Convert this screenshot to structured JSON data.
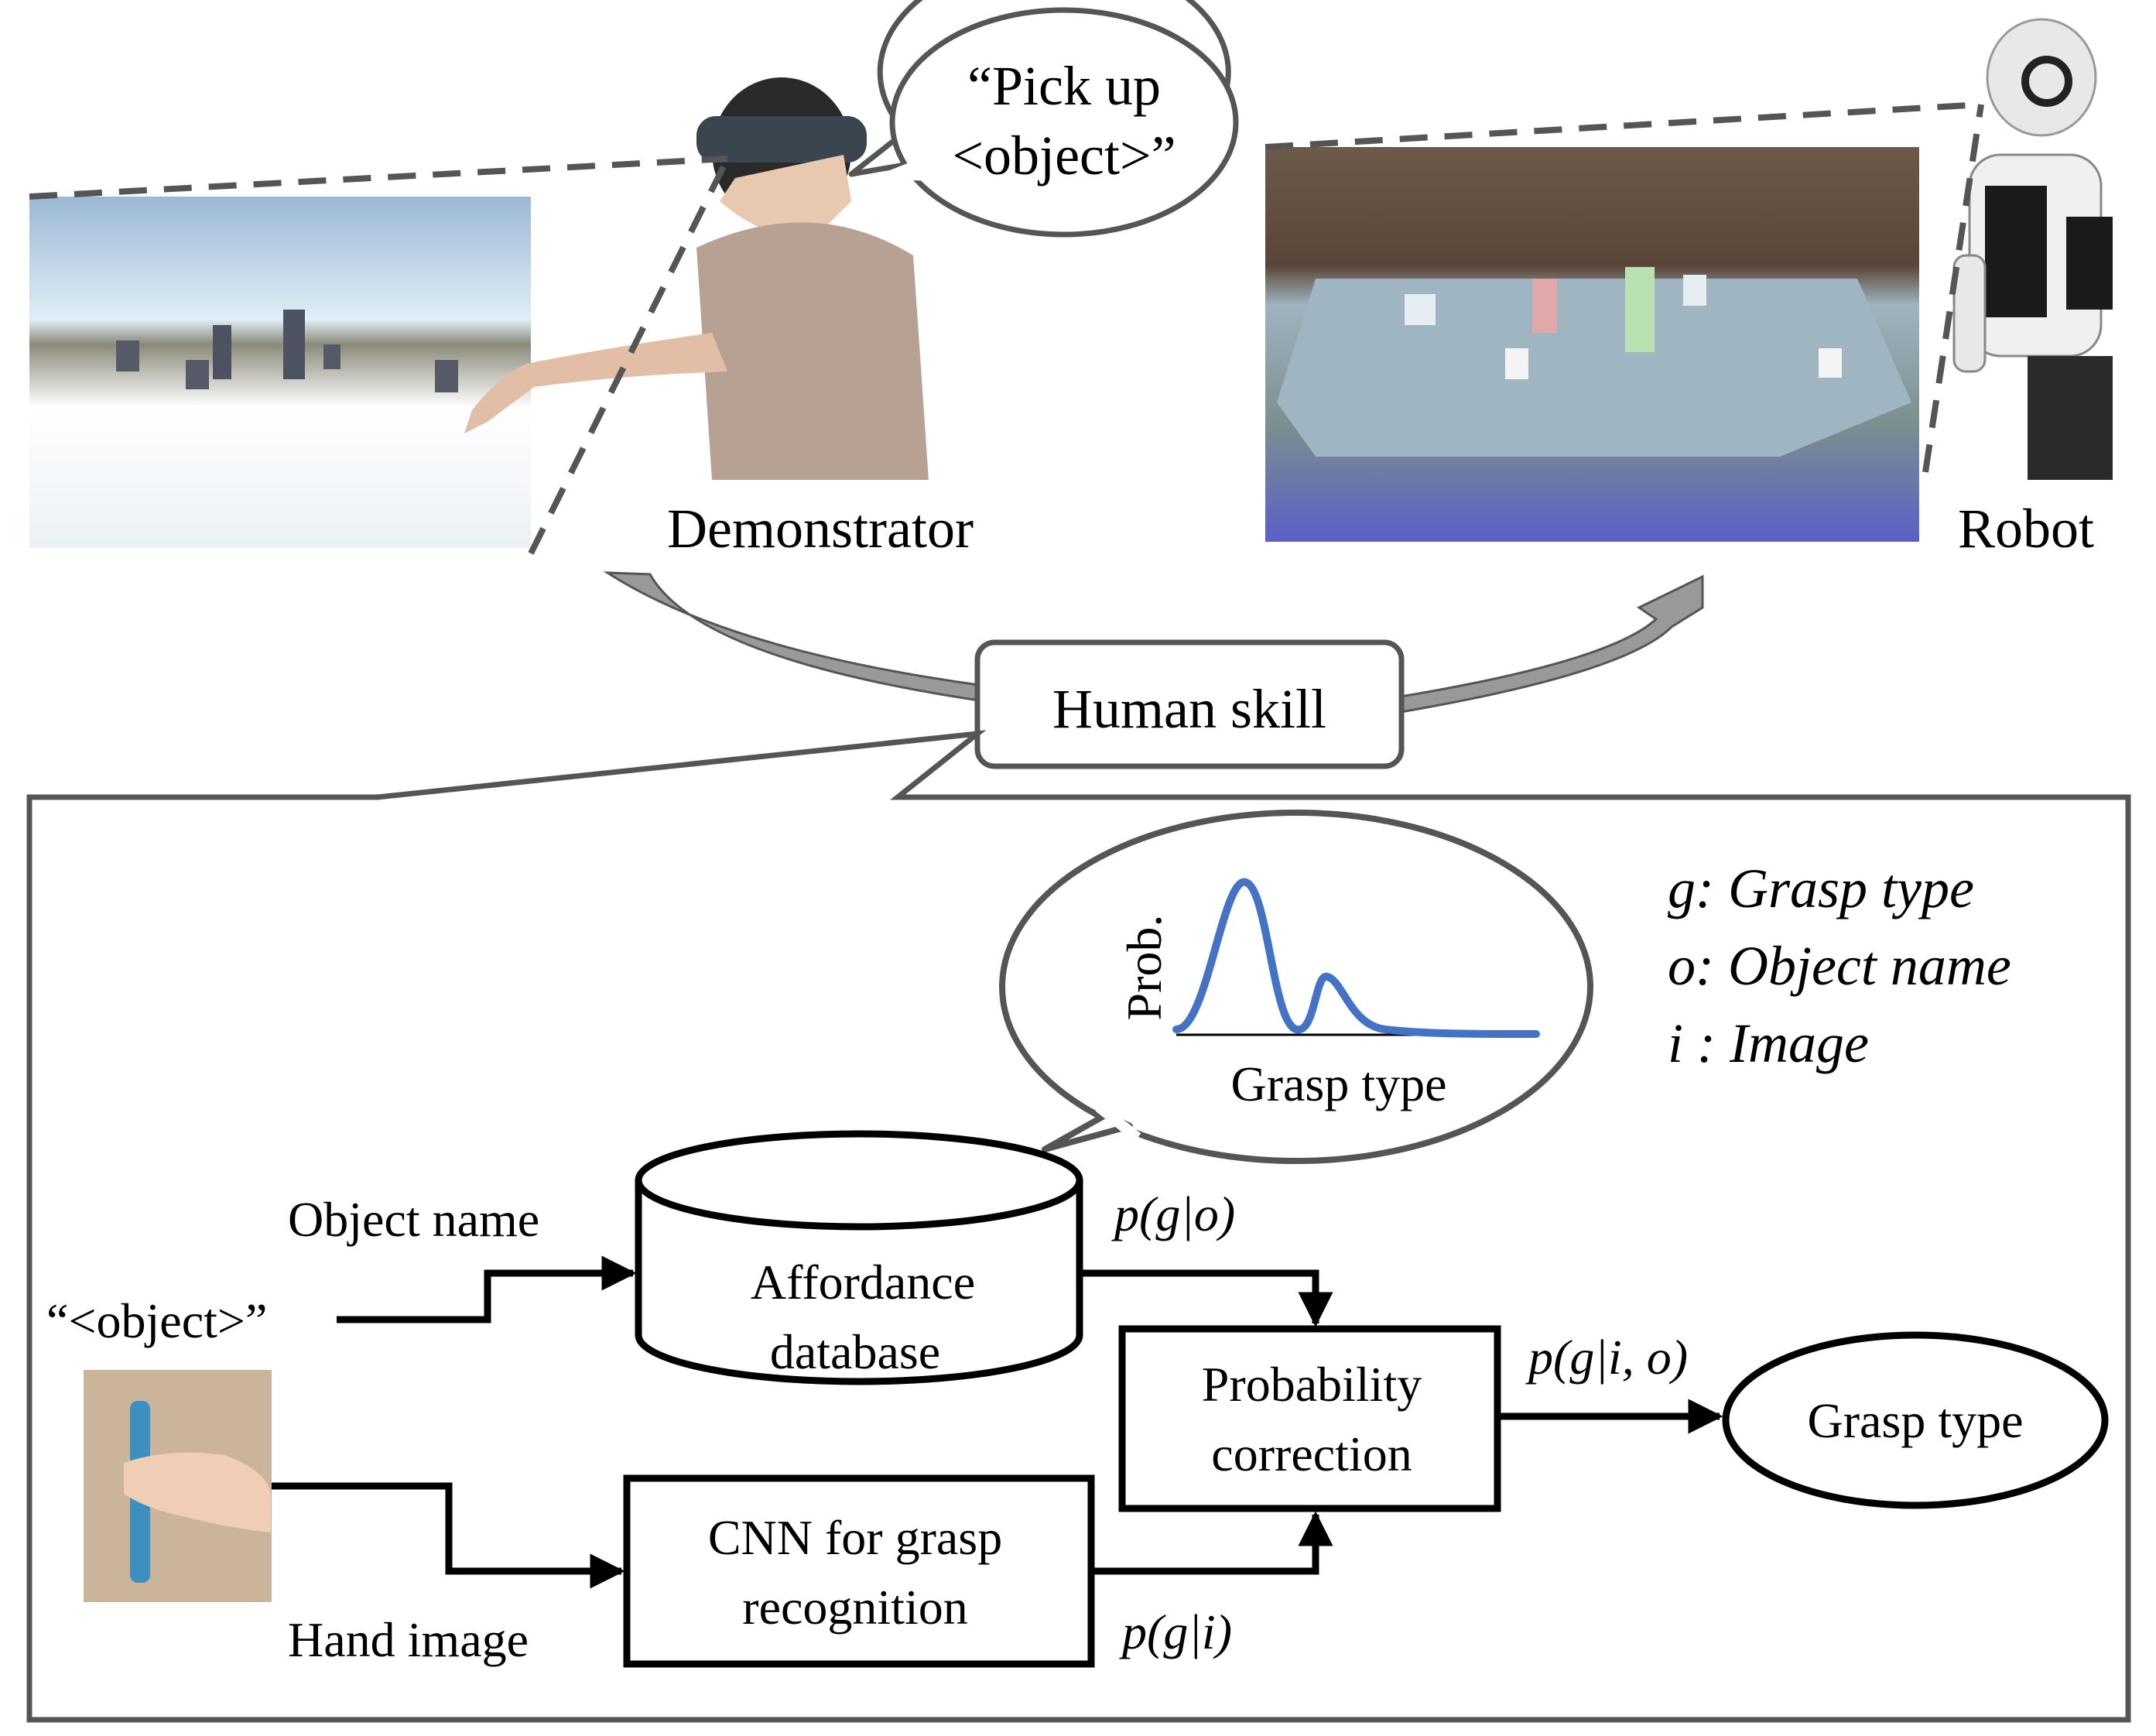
{
  "top": {
    "speech_line1": "“Pick up",
    "speech_line2": "<object>”",
    "demonstrator_label": "Demonstrator",
    "robot_label": "Robot",
    "skill_label": "Human skill"
  },
  "legend": [
    {
      "symbol": "g",
      "text": ": Grasp type"
    },
    {
      "symbol": "o",
      "text": ": Object name"
    },
    {
      "symbol": "i",
      "text": " : Image"
    }
  ],
  "plot_bubble": {
    "ylabel": "Prob.",
    "xlabel": "Grasp type",
    "curve_color": "#4472c4"
  },
  "flow": {
    "object_name_label": "Object name",
    "object_input": "“<object>”",
    "hand_image_label": "Hand image",
    "database_line1": "Affordance",
    "database_line2": "database",
    "cnn_line1": "CNN for grasp",
    "cnn_line2": "recognition",
    "correction_line1": "Probability",
    "correction_line2": "correction",
    "output_label": "Grasp type",
    "p_g_o": "p(g|o)",
    "p_g_i": "p(g|i)",
    "p_g_io": "p(g|i, o)"
  },
  "colors": {
    "frame": "#555555",
    "dashed": "#555555",
    "curve": "#4472c4",
    "arrow_fill": "#999999"
  }
}
